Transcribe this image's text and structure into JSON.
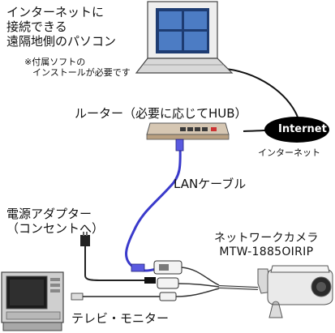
{
  "remote_pc": {
    "label_lines": [
      "インターネットに",
      "接続できる",
      "遠隔地側のパソコン"
    ],
    "note_lines": [
      "※付属ソフトの",
      "インストールが必要です"
    ]
  },
  "router": {
    "label": "ルーター（必要に応じてHUB）"
  },
  "internet": {
    "badge": "Internet",
    "label": "インターネット"
  },
  "lan_cable": {
    "label": "LANケーブル"
  },
  "power_adapter": {
    "label_lines": [
      "電源アダプター",
      "（コンセントへ）"
    ]
  },
  "camera": {
    "label_lines": [
      "ネットワークカメラ",
      "MTW-1885OIRIP"
    ]
  },
  "monitor": {
    "label": "テレビ・モニター"
  },
  "colors": {
    "lan_cable": "#3a3acb",
    "router_body": "#d6c7b3",
    "internet_badge": "#000000",
    "screen_blue": "#3f6fb8"
  }
}
